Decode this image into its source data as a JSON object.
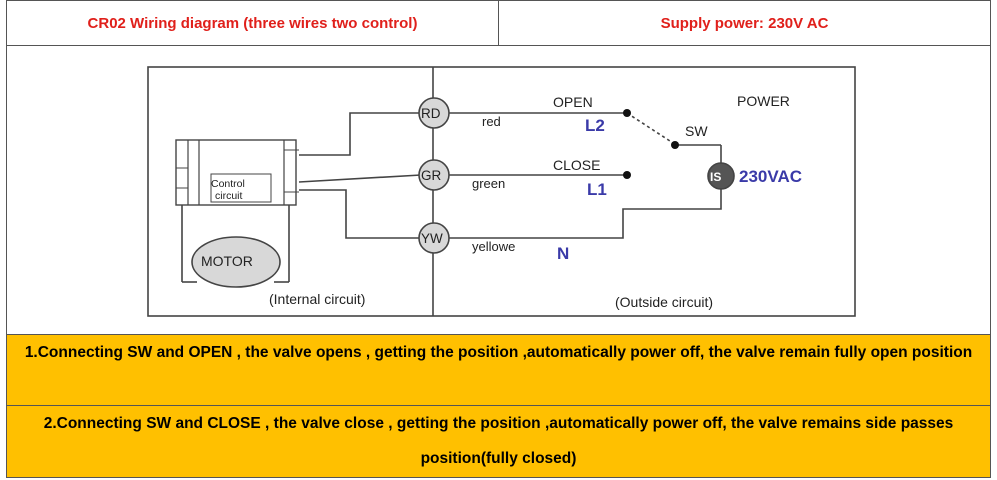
{
  "header": {
    "title": "CR02 Wiring diagram (three wires two control)",
    "power": "Supply power: 230V AC"
  },
  "diagram": {
    "terminals": [
      "RD",
      "GR",
      "YW"
    ],
    "wire_colors": [
      "red",
      "green",
      "yellowe"
    ],
    "internal_labels": {
      "control": "Control",
      "circuit": "circuit",
      "motor": "MOTOR"
    },
    "switch_labels": {
      "open": "OPEN",
      "close": "CLOSE",
      "sw": "SW",
      "power": "POWER",
      "source": "IS"
    },
    "line_labels": {
      "l2": "L2",
      "l1": "L1",
      "n": "N",
      "voltage": "230VAC"
    },
    "captions": {
      "internal": "(Internal circuit)",
      "outside": "(Outside circuit)"
    },
    "colors": {
      "title_red": "#e0201b",
      "note_bg": "#ffc000",
      "line_label_blue": "#3a3aa8"
    }
  },
  "notes": [
    {
      "pre": "1.Connecting ",
      "sw": "SW",
      "and": " and ",
      "target": "OPEN",
      "rest": " , the valve opens , getting the position ,automatically power off, the valve remain fully open position"
    },
    {
      "pre": "2.Connecting ",
      "sw": "SW",
      "and": " and ",
      "target": "CLOSE",
      "rest": " , the valve close , getting the position ,automatically power off, the valve remains side passes position(fully closed)"
    }
  ]
}
